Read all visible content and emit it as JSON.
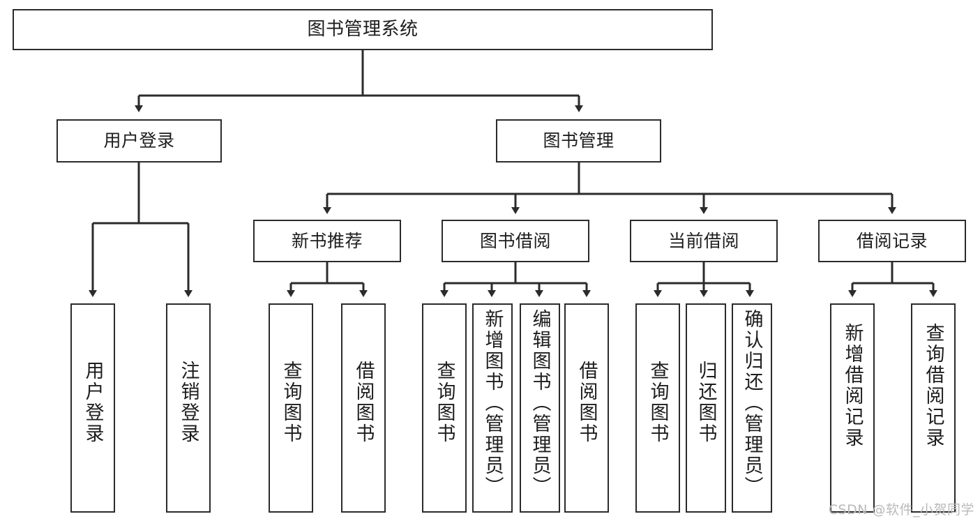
{
  "diagram": {
    "title": "图书管理系统",
    "type": "tree",
    "root": {
      "id": "root",
      "label": "图书管理系统"
    },
    "level2": [
      {
        "id": "user-login",
        "label": "用户登录"
      },
      {
        "id": "book-manage",
        "label": "图书管理"
      }
    ],
    "level3": [
      {
        "id": "new-book-recommend",
        "label": "新书推荐",
        "parent": "book-manage"
      },
      {
        "id": "book-borrow",
        "label": "图书借阅",
        "parent": "book-manage"
      },
      {
        "id": "current-borrow",
        "label": "当前借阅",
        "parent": "book-manage"
      },
      {
        "id": "borrow-record",
        "label": "借阅记录",
        "parent": "book-manage"
      }
    ],
    "leaves": [
      {
        "id": "leaf-user-login",
        "label": "用户登录",
        "parent": "user-login"
      },
      {
        "id": "leaf-user-logout",
        "label": "注销登录",
        "parent": "user-login"
      },
      {
        "id": "leaf-query-book-1",
        "label": "查询图书",
        "parent": "new-book-recommend"
      },
      {
        "id": "leaf-borrow-book-1",
        "label": "借阅图书",
        "parent": "new-book-recommend"
      },
      {
        "id": "leaf-query-book-2",
        "label": "查询图书",
        "parent": "book-borrow"
      },
      {
        "id": "leaf-add-book",
        "label": "新增图书（管理员）",
        "parent": "book-borrow"
      },
      {
        "id": "leaf-edit-book",
        "label": "编辑图书（管理员）",
        "parent": "book-borrow"
      },
      {
        "id": "leaf-borrow-book-2",
        "label": "借阅图书",
        "parent": "book-borrow"
      },
      {
        "id": "leaf-query-book-3",
        "label": "查询图书",
        "parent": "current-borrow"
      },
      {
        "id": "leaf-return-book",
        "label": "归还图书",
        "parent": "current-borrow"
      },
      {
        "id": "leaf-confirm-return",
        "label": "确认归还（管理员）",
        "parent": "current-borrow"
      },
      {
        "id": "leaf-add-record",
        "label": "新增借阅记录",
        "parent": "borrow-record"
      },
      {
        "id": "leaf-query-record",
        "label": "查询借阅记录",
        "parent": "borrow-record"
      }
    ]
  },
  "watermark": {
    "text": "CSDN @软件_小贺同学"
  },
  "colors": {
    "stroke": "#2b2b2b",
    "fill": "#ffffff",
    "text": "#1d1d1d",
    "watermark": "#b9b9b9"
  }
}
